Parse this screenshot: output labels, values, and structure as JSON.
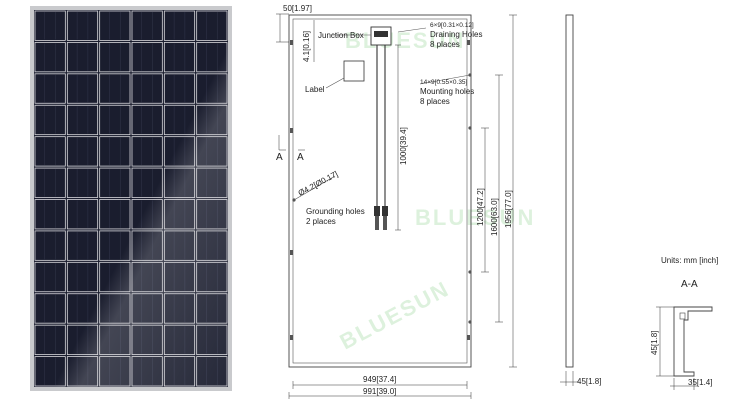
{
  "labels": {
    "top_margin": "50[1.97]",
    "jbox_offset": "4.1[0.16]",
    "junction_box": "Junction Box",
    "label": "Label",
    "draining_spec": "6×9[0.31×0.12]",
    "draining_holes": "Draining Holes",
    "draining_places": "8 places",
    "mounting_spec": "14×9[0.55×0.35]",
    "mounting_holes": "Mounting holes",
    "mounting_places": "8 places",
    "cable_length": "1000[39.4]",
    "section_a": "A",
    "grounding_spec": "Ø4.2[Ø0.17]",
    "grounding_holes": "Grounding holes",
    "grounding_places": "2 places",
    "dim_1200": "1200[47.2]",
    "dim_1600": "1600[63.0]",
    "dim_1956": "1956[77.0]",
    "dim_949": "949[37.4]",
    "dim_991": "991[39.0]",
    "side_thickness": "45[1.8]",
    "units": "Units: mm [inch]",
    "section_title": "A-A",
    "section_height": "45[1.8]",
    "section_width": "35[1.4]"
  },
  "watermark": {
    "brand": "BLUESUN",
    "color": "#9fd89f"
  },
  "panel": {
    "rows": 12,
    "cols": 6,
    "cell_color": "#1a1d2e",
    "grid_color": "#d8d8dc"
  },
  "colors": {
    "line": "#444444",
    "text": "#222222"
  }
}
